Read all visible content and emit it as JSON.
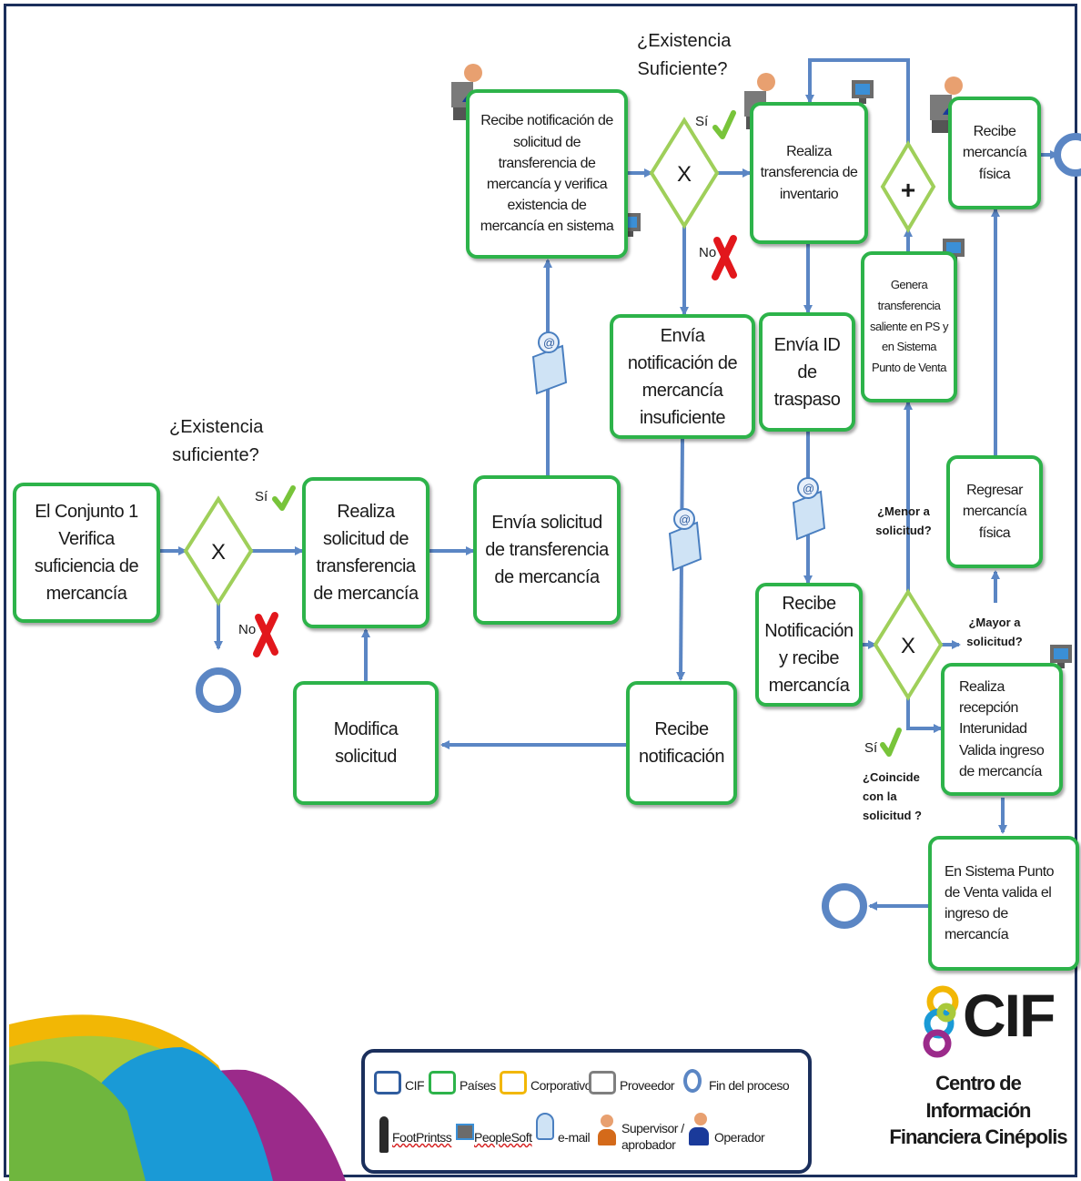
{
  "nodes": {
    "conjunto_verifica": "El Conjunto 1 Verifica suficiencia de mercancía",
    "realiza_solicitud": "Realiza solicitud de transferencia de mercancía",
    "envia_solicitud": "Envía solicitud de transferencia de mercancía",
    "modifica_solicitud": "Modifica solicitud",
    "recibe_notificacion_solicitud": "Recibe notificación de solicitud de transferencia de mercancía y verifica existencia de mercancía en sistema",
    "realiza_transferencia": "Realiza transferencia de inventario",
    "envia_notificacion_insuficiente": "Envía notificación de mercancía insuficiente",
    "recibe_notificacion": "Recibe notificación",
    "envia_id_traspaso": "Envía ID de traspaso",
    "recibe_notificacion_mercancia": "Recibe Notificación y recibe mercancía",
    "genera_transferencia": "Genera transferencia saliente en PS y en Sistema Punto de Venta",
    "recibe_mercancia_fisica": "Recibe mercancía física",
    "regresar_mercancia": "Regresar mercancía física",
    "realiza_recepcion": "Realiza recepción Interunidad Valida ingreso de mercancía",
    "sistema_punto_venta": "En Sistema Punto de Venta valida el ingreso de mercancía"
  },
  "gateways": {
    "exclusive_symbol": "X",
    "parallel_symbol": "+"
  },
  "labels": {
    "existencia_suficiente_1": "¿Existencia suficiente?",
    "existencia_suficiente_2": "¿Existencia Suficiente?",
    "si": "Sí",
    "no": "No",
    "menor_solicitud": "¿Menor a solicitud?",
    "mayor_solicitud": "¿Mayor a solicitud?",
    "coincide_solicitud": "¿Coincide con la solicitud ?"
  },
  "logo": {
    "name": "CIF",
    "subtitle": "Centro de Información Financiera Cinépolis"
  },
  "legend": {
    "cif": "CIF",
    "paises": "Países",
    "corporativo": "Corporativo",
    "proveedor": "Proveedor",
    "fin_proceso": "Fin del proceso",
    "footprints": "FootPrintss",
    "peoplesoft": "PeopleSoft",
    "email": "e-mail",
    "supervisor": "Supervisor / aprobador",
    "operador": "Operador"
  },
  "colors": {
    "paises": "#2db34a",
    "cif": "#2f5c9e",
    "corporativo": "#f2b705",
    "proveedor": "#7f7f7f",
    "flow_arrow": "#5b86c4",
    "gateway": "#9fcf5a",
    "no_mark": "#e2171c",
    "si_check": "#78c43a"
  }
}
